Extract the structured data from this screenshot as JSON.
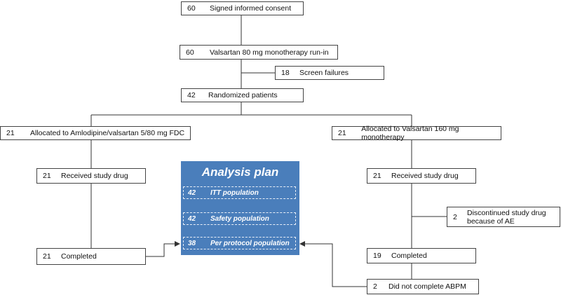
{
  "boxes": {
    "consent": {
      "n": "60",
      "text": "Signed informed consent"
    },
    "runin": {
      "n": "60",
      "text": "Valsartan 80 mg monotherapy run-in"
    },
    "screen_fail": {
      "n": "18",
      "text": "Screen failures"
    },
    "randomized": {
      "n": "42",
      "text": "Randomized patients"
    },
    "alloc_left": {
      "n": "21",
      "text": "Allocated to Amlodipine/valsartan 5/80 mg FDC"
    },
    "alloc_right": {
      "n": "21",
      "text": "Allocated to Valsartan 160 mg monotherapy"
    },
    "recv_left": {
      "n": "21",
      "text": "Received  study drug"
    },
    "recv_right": {
      "n": "21",
      "text": "Received  study drug"
    },
    "discontinued": {
      "n": "2",
      "line1": "Discontinued study drug",
      "line2": "because of AE"
    },
    "completed_left": {
      "n": "21",
      "text": "Completed"
    },
    "completed_right": {
      "n": "19",
      "text": "Completed"
    },
    "no_abpm": {
      "n": "2",
      "text": "Did not complete ABPM"
    }
  },
  "analysis_plan": {
    "title": "Analysis plan",
    "populations": [
      {
        "n": "42",
        "label": "ITT population"
      },
      {
        "n": "42",
        "label": "Safety population"
      },
      {
        "n": "38",
        "label": "Per protocol population"
      }
    ]
  },
  "colors": {
    "plan_fill": "#4a7ebb",
    "line": "#333333"
  }
}
